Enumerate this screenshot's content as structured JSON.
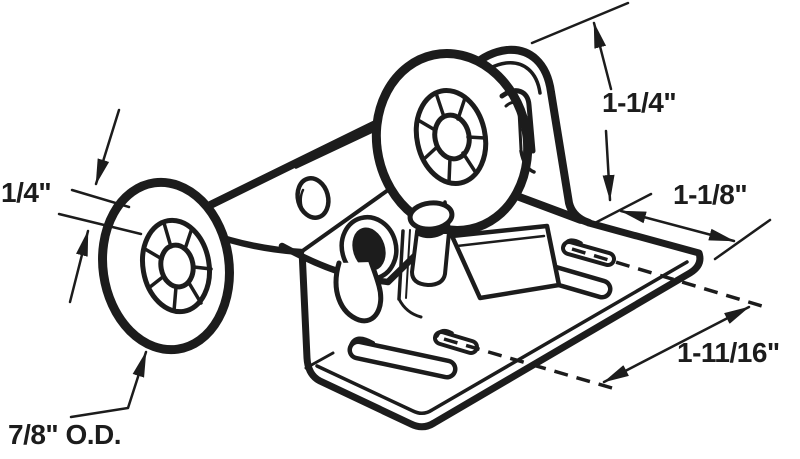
{
  "figure": {
    "type": "technical line drawing",
    "subject": "Sliding closet door twin-wheel roller bracket with adjustable rivet pin and slotted L-shaped mounting plate",
    "background_color": "#ffffff",
    "line_color": "#1c1c1c"
  },
  "dimension_labels": {
    "roller_thickness": "1/4\"",
    "roller_outer_diameter": "7/8\" O.D.",
    "flange_height": "1-1/4\"",
    "plate_top_edge_width": "1-1/8\"",
    "slot_center_span": "1-11/16\""
  }
}
